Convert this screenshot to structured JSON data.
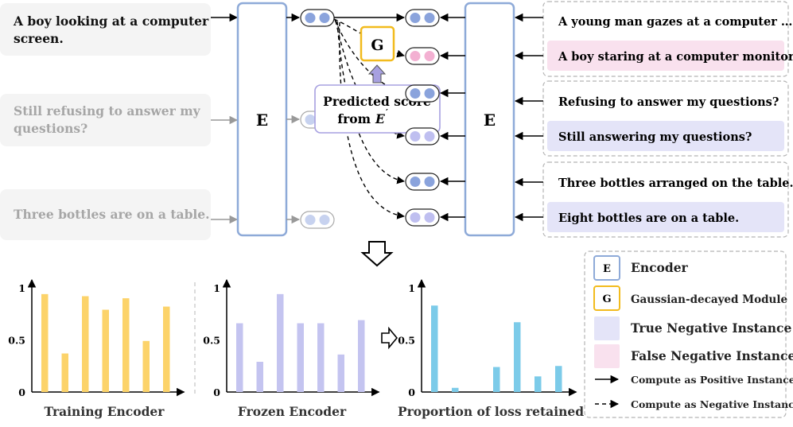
{
  "left_sentences": [
    {
      "text_lines": [
        "A boy looking at a computer",
        "screen."
      ],
      "color": "#111111"
    },
    {
      "text_lines": [
        "Still refusing to answer my",
        "questions?"
      ],
      "color": "#a6a6a6"
    },
    {
      "text_lines": [
        "Three bottles are on a table."
      ],
      "color": "#a6a6a6"
    }
  ],
  "right_sentences": [
    {
      "text": "A young man gazes at a  computer …",
      "kind": "positive"
    },
    {
      "text": "A boy staring at a computer monitor.",
      "kind": "false-negative"
    },
    {
      "text": "Refusing to answer my questions?",
      "kind": "positive"
    },
    {
      "text": "Still answering my questions?",
      "kind": "true-negative"
    },
    {
      "text": "Three bottles arranged on the table.",
      "kind": "positive"
    },
    {
      "text": "Eight bottles are on a table.",
      "kind": "true-negative"
    }
  ],
  "encoder_label": "E",
  "gaussian_label": "G",
  "predicted_score": {
    "line1": "Predicted score",
    "line2": "from",
    "encoder": "E",
    "prime": "′"
  },
  "legend": [
    {
      "symbol": "E",
      "kind": "box-blue",
      "text": "Encoder"
    },
    {
      "symbol": "G",
      "kind": "box-gold",
      "text": "Gaussian-decayed Module"
    },
    {
      "symbol": "",
      "kind": "fill-lavender",
      "text": "True Negative Instance"
    },
    {
      "symbol": "",
      "kind": "fill-pink",
      "text": "False Negative Instance"
    },
    {
      "symbol": "",
      "kind": "arrow-solid",
      "text": "Compute as Positive Instance"
    },
    {
      "symbol": "",
      "kind": "arrow-dashed",
      "text": "Compute as Negative Instance"
    }
  ],
  "colors": {
    "encoder_border": "#8eaad8",
    "gaussian_border": "#f2bb1d",
    "true_negative": "#e4e4f8",
    "false_negative": "#f9e1ee",
    "sentence_bg": "#f4f4f4",
    "bar_training": "#fcd36a",
    "bar_frozen": "#c4c4f0",
    "bar_loss": "#7ccbe9"
  },
  "chart_data": [
    {
      "type": "bar",
      "title": "Training Encoder",
      "yticks": [
        "0",
        "0.5",
        "1"
      ],
      "ylim": [
        0,
        1
      ],
      "values": [
        0.94,
        0.37,
        0.92,
        0.79,
        0.9,
        0.49,
        0.82
      ]
    },
    {
      "type": "bar",
      "title": "Frozen Encoder",
      "yticks": [
        "0",
        "0.5",
        "1"
      ],
      "ylim": [
        0,
        1
      ],
      "values": [
        0.66,
        0.29,
        0.94,
        0.66,
        0.66,
        0.36,
        0.69
      ]
    },
    {
      "type": "bar",
      "title": "Proportion of loss retained",
      "yticks": [
        "0",
        "0.5",
        "1"
      ],
      "ylim": [
        0,
        1
      ],
      "values": [
        0.83,
        0.04,
        0.0,
        0.24,
        0.67,
        0.15,
        0.25
      ]
    }
  ]
}
